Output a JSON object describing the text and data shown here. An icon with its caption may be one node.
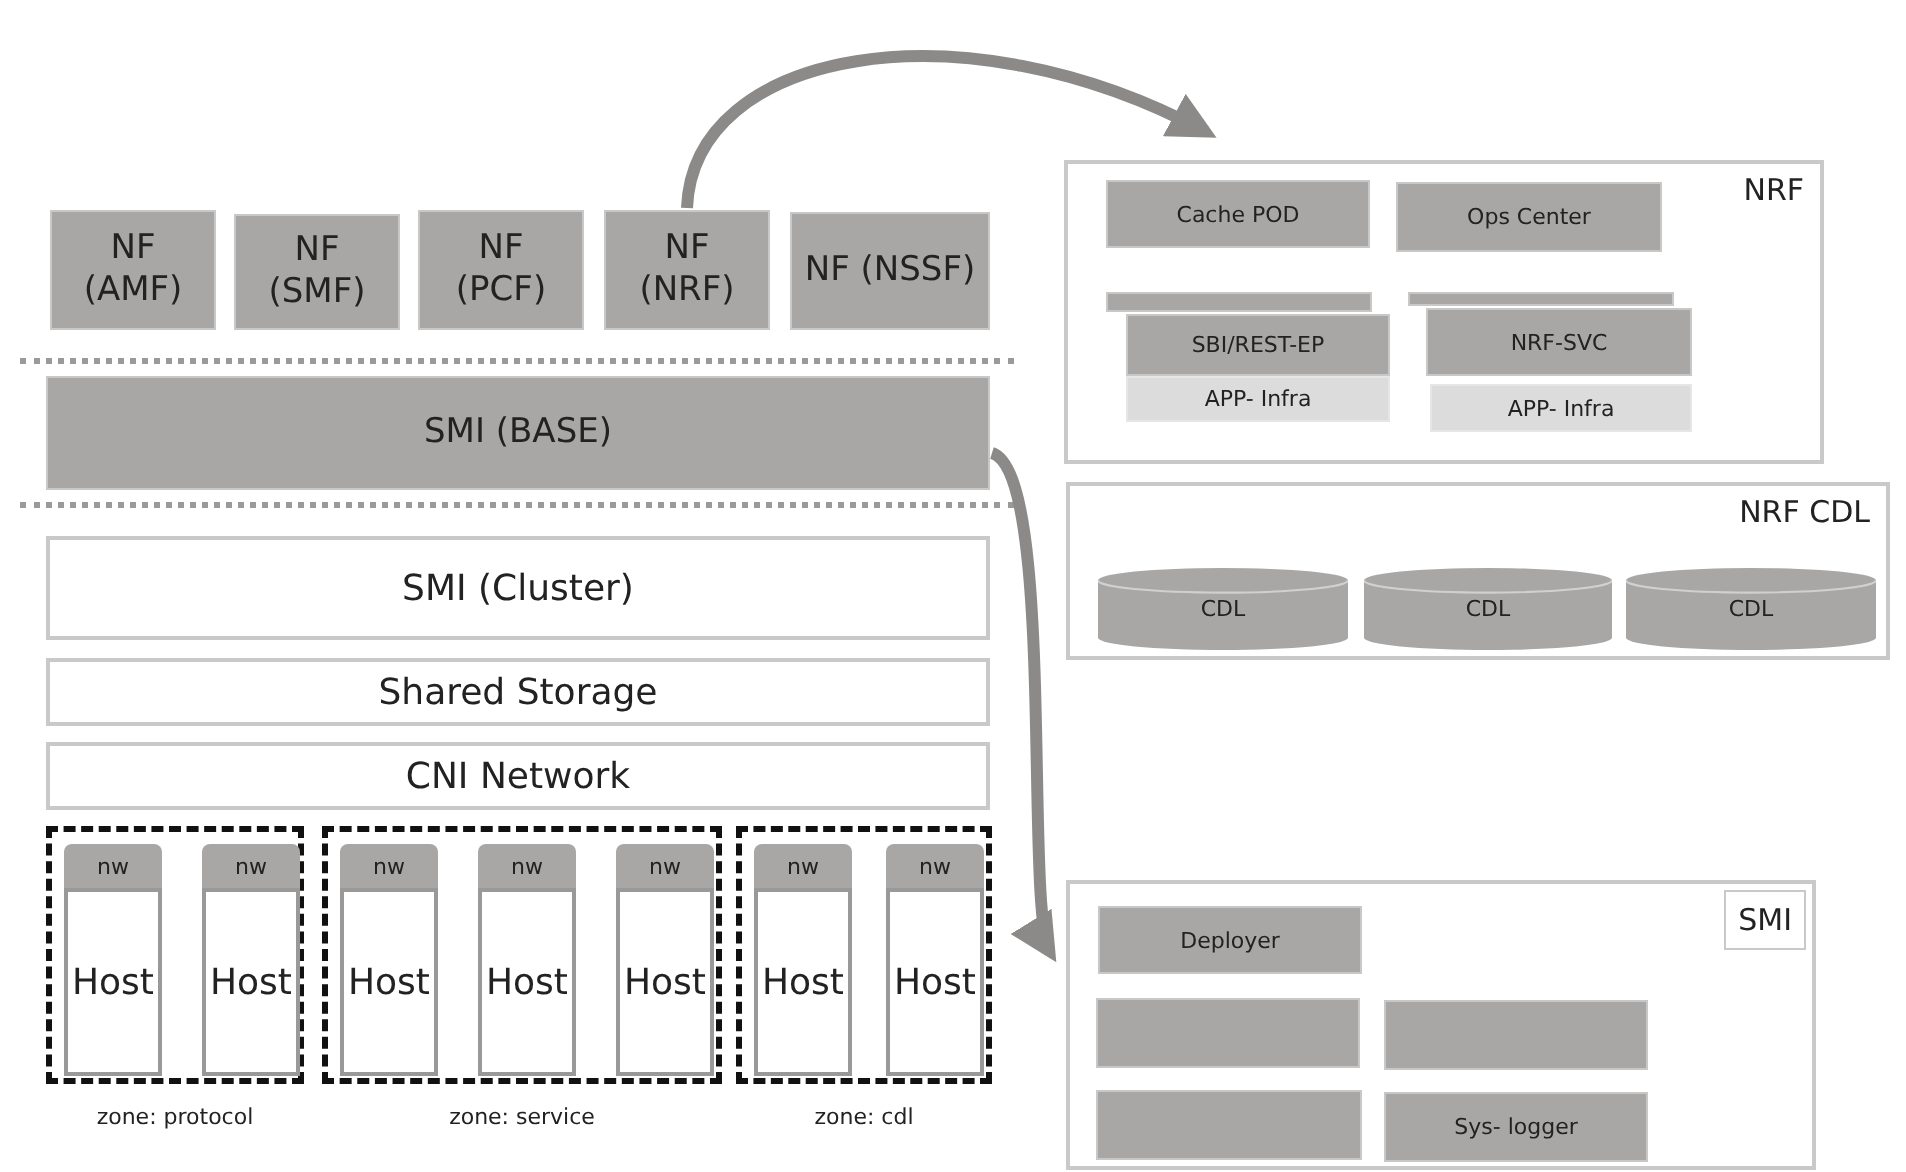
{
  "diagram": {
    "nodes": [
      {
        "text": [
          "NF (AMF)"
        ]
      },
      {
        "text": [
          "NF (SMF)"
        ]
      },
      {
        "text": [
          "NF (PCF)"
        ]
      },
      {
        "text": [
          "NF (NRF)"
        ]
      },
      {
        "text": [
          "NF (NSSF)"
        ]
      },
      {
        "text": [
          "SMI (BASE)"
        ]
      },
      {
        "text": [
          "SMI (Cluster)"
        ]
      },
      {
        "text": [
          "Shared Storage"
        ]
      },
      {
        "text": [
          "CNI Network"
        ]
      },
      {
        "text": [
          "zone: protocol"
        ]
      },
      {
        "text": [
          "nw"
        ],
        "in": 9
      },
      {
        "text": [
          "Host"
        ],
        "in": 9
      },
      {
        "text": [
          "nw"
        ],
        "in": 9
      },
      {
        "text": [
          "Host"
        ],
        "in": 9
      },
      {
        "text": [
          "zone: service"
        ]
      },
      {
        "text": [
          "nw"
        ],
        "in": 14
      },
      {
        "text": [
          "Host"
        ],
        "in": 14
      },
      {
        "text": [
          "nw"
        ],
        "in": 14
      },
      {
        "text": [
          "Host"
        ],
        "in": 14
      },
      {
        "text": [
          "nw"
        ],
        "in": 14
      },
      {
        "text": [
          "Host"
        ],
        "in": 14
      },
      {
        "text": [
          "zone: cdl"
        ]
      },
      {
        "text": [
          "nw"
        ],
        "in": 21
      },
      {
        "text": [
          "Host"
        ],
        "in": 21
      },
      {
        "text": [
          "nw"
        ],
        "in": 21
      },
      {
        "text": [
          "Host"
        ],
        "in": 21
      },
      {
        "text": [
          "NRF"
        ]
      },
      {
        "text": [
          "Cache POD"
        ],
        "in": 26
      },
      {
        "text": [
          "Ops Center"
        ],
        "in": 26
      },
      {
        "text": [],
        "shape": "box",
        "in": 26
      },
      {
        "text": [
          "SBI/REST-EP"
        ],
        "in": 26
      },
      {
        "text": [
          "APP- Infra"
        ],
        "in": 26
      },
      {
        "text": [],
        "shape": "box",
        "in": 26
      },
      {
        "text": [
          "NRF-SVC"
        ],
        "in": 26
      },
      {
        "text": [
          "APP- Infra"
        ],
        "in": 26
      },
      {
        "text": [
          "NRF CDL"
        ]
      },
      {
        "text": [
          "CDL"
        ],
        "in": 35
      },
      {
        "text": [
          "CDL"
        ],
        "in": 35
      },
      {
        "text": [
          "CDL"
        ],
        "in": 35
      },
      {
        "text": [
          "SMI"
        ]
      },
      {
        "text": [
          "Deployer"
        ],
        "in": 39
      },
      {
        "text": [],
        "shape": "box",
        "in": 39
      },
      {
        "text": [],
        "shape": "box",
        "in": 39
      },
      {
        "text": [],
        "shape": "box",
        "in": 39
      },
      {
        "text": [
          "Sys- logger"
        ],
        "in": 39
      }
    ],
    "edges": [
      {
        "from": 3,
        "to": 26,
        "arrow": "to"
      },
      {
        "from": 5,
        "to": 39,
        "arrow": "to"
      }
    ]
  }
}
